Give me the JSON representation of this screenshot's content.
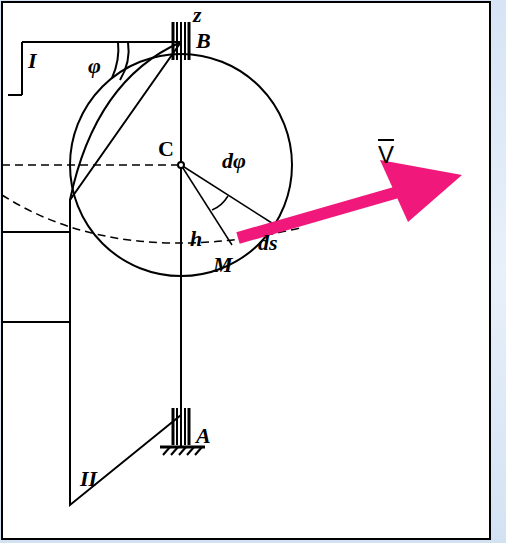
{
  "diagram": {
    "labels": [
      "z",
      "B",
      "I",
      "φ",
      "C",
      "dφ",
      "V",
      "h",
      "M",
      "ds",
      "II",
      "A"
    ]
  }
}
